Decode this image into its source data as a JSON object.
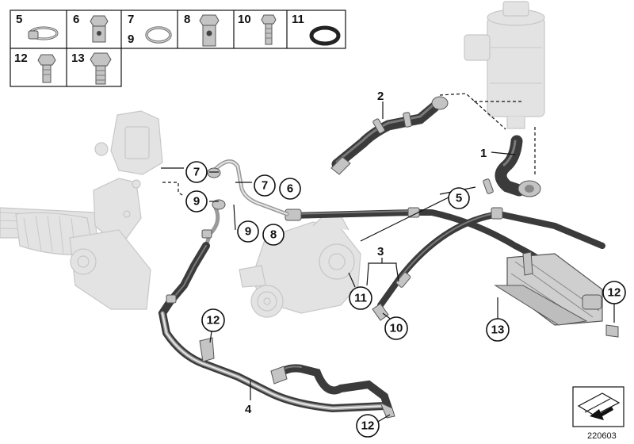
{
  "legend": {
    "row1": [
      {
        "number": "5",
        "part_icon": "hose-clamp-icon"
      },
      {
        "number": "6",
        "part_icon": "banjo-bolt-icon"
      },
      {
        "number": "7",
        "number_b": "9",
        "part_icon": "sealing-ring-icon"
      },
      {
        "number": "8",
        "part_icon": "banjo-bolt-large-icon"
      },
      {
        "number": "10",
        "part_icon": "bolt-icon"
      },
      {
        "number": "11",
        "part_icon": "o-ring-icon"
      }
    ],
    "row2": [
      {
        "number": "12",
        "part_icon": "hex-bolt-small-icon"
      },
      {
        "number": "13",
        "part_icon": "hex-bolt-large-icon"
      }
    ]
  },
  "callouts": {
    "plain": {
      "n1": "1",
      "n2": "2",
      "n3": "3",
      "n4": "4"
    },
    "circled": {
      "c7a": "7",
      "c9a": "9",
      "c7b": "7",
      "c6": "6",
      "c9b": "9",
      "c8": "8",
      "c5": "5",
      "c11": "11",
      "c10": "10",
      "c12a": "12",
      "c13": "13",
      "c12b": "12",
      "c12c": "12"
    }
  },
  "document_id": "220603",
  "colors": {
    "outline": "#111111",
    "ghost_part": "#e3e3e3",
    "hose": "#3b3b3b",
    "pipe": "#9a9a9a"
  }
}
